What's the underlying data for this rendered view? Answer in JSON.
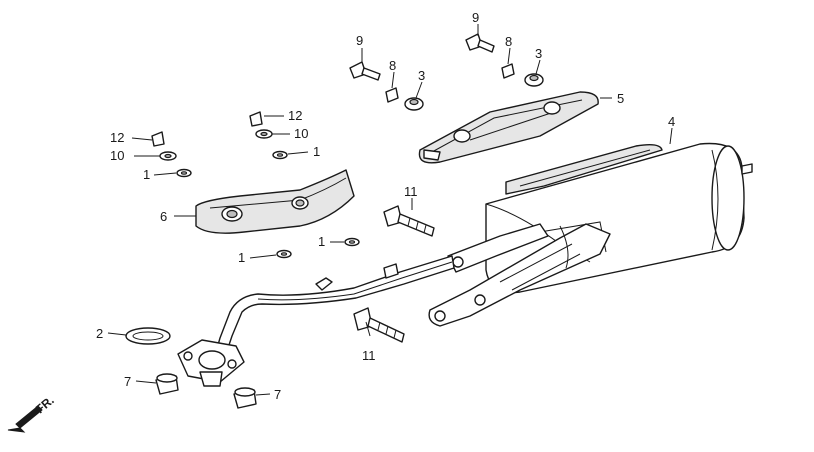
{
  "diagram": {
    "callouts": {
      "c1a": "1",
      "c1b": "1",
      "c1c": "1",
      "c1d": "1",
      "c2": "2",
      "c3a": "3",
      "c3b": "3",
      "c4": "4",
      "c5": "5",
      "c6": "6",
      "c7a": "7",
      "c7b": "7",
      "c8a": "8",
      "c8b": "8",
      "c9a": "9",
      "c9b": "9",
      "c10a": "10",
      "c10b": "10",
      "c11a": "11",
      "c11b": "11",
      "c12a": "12",
      "c12b": "12"
    },
    "front_indicator": "FR."
  }
}
